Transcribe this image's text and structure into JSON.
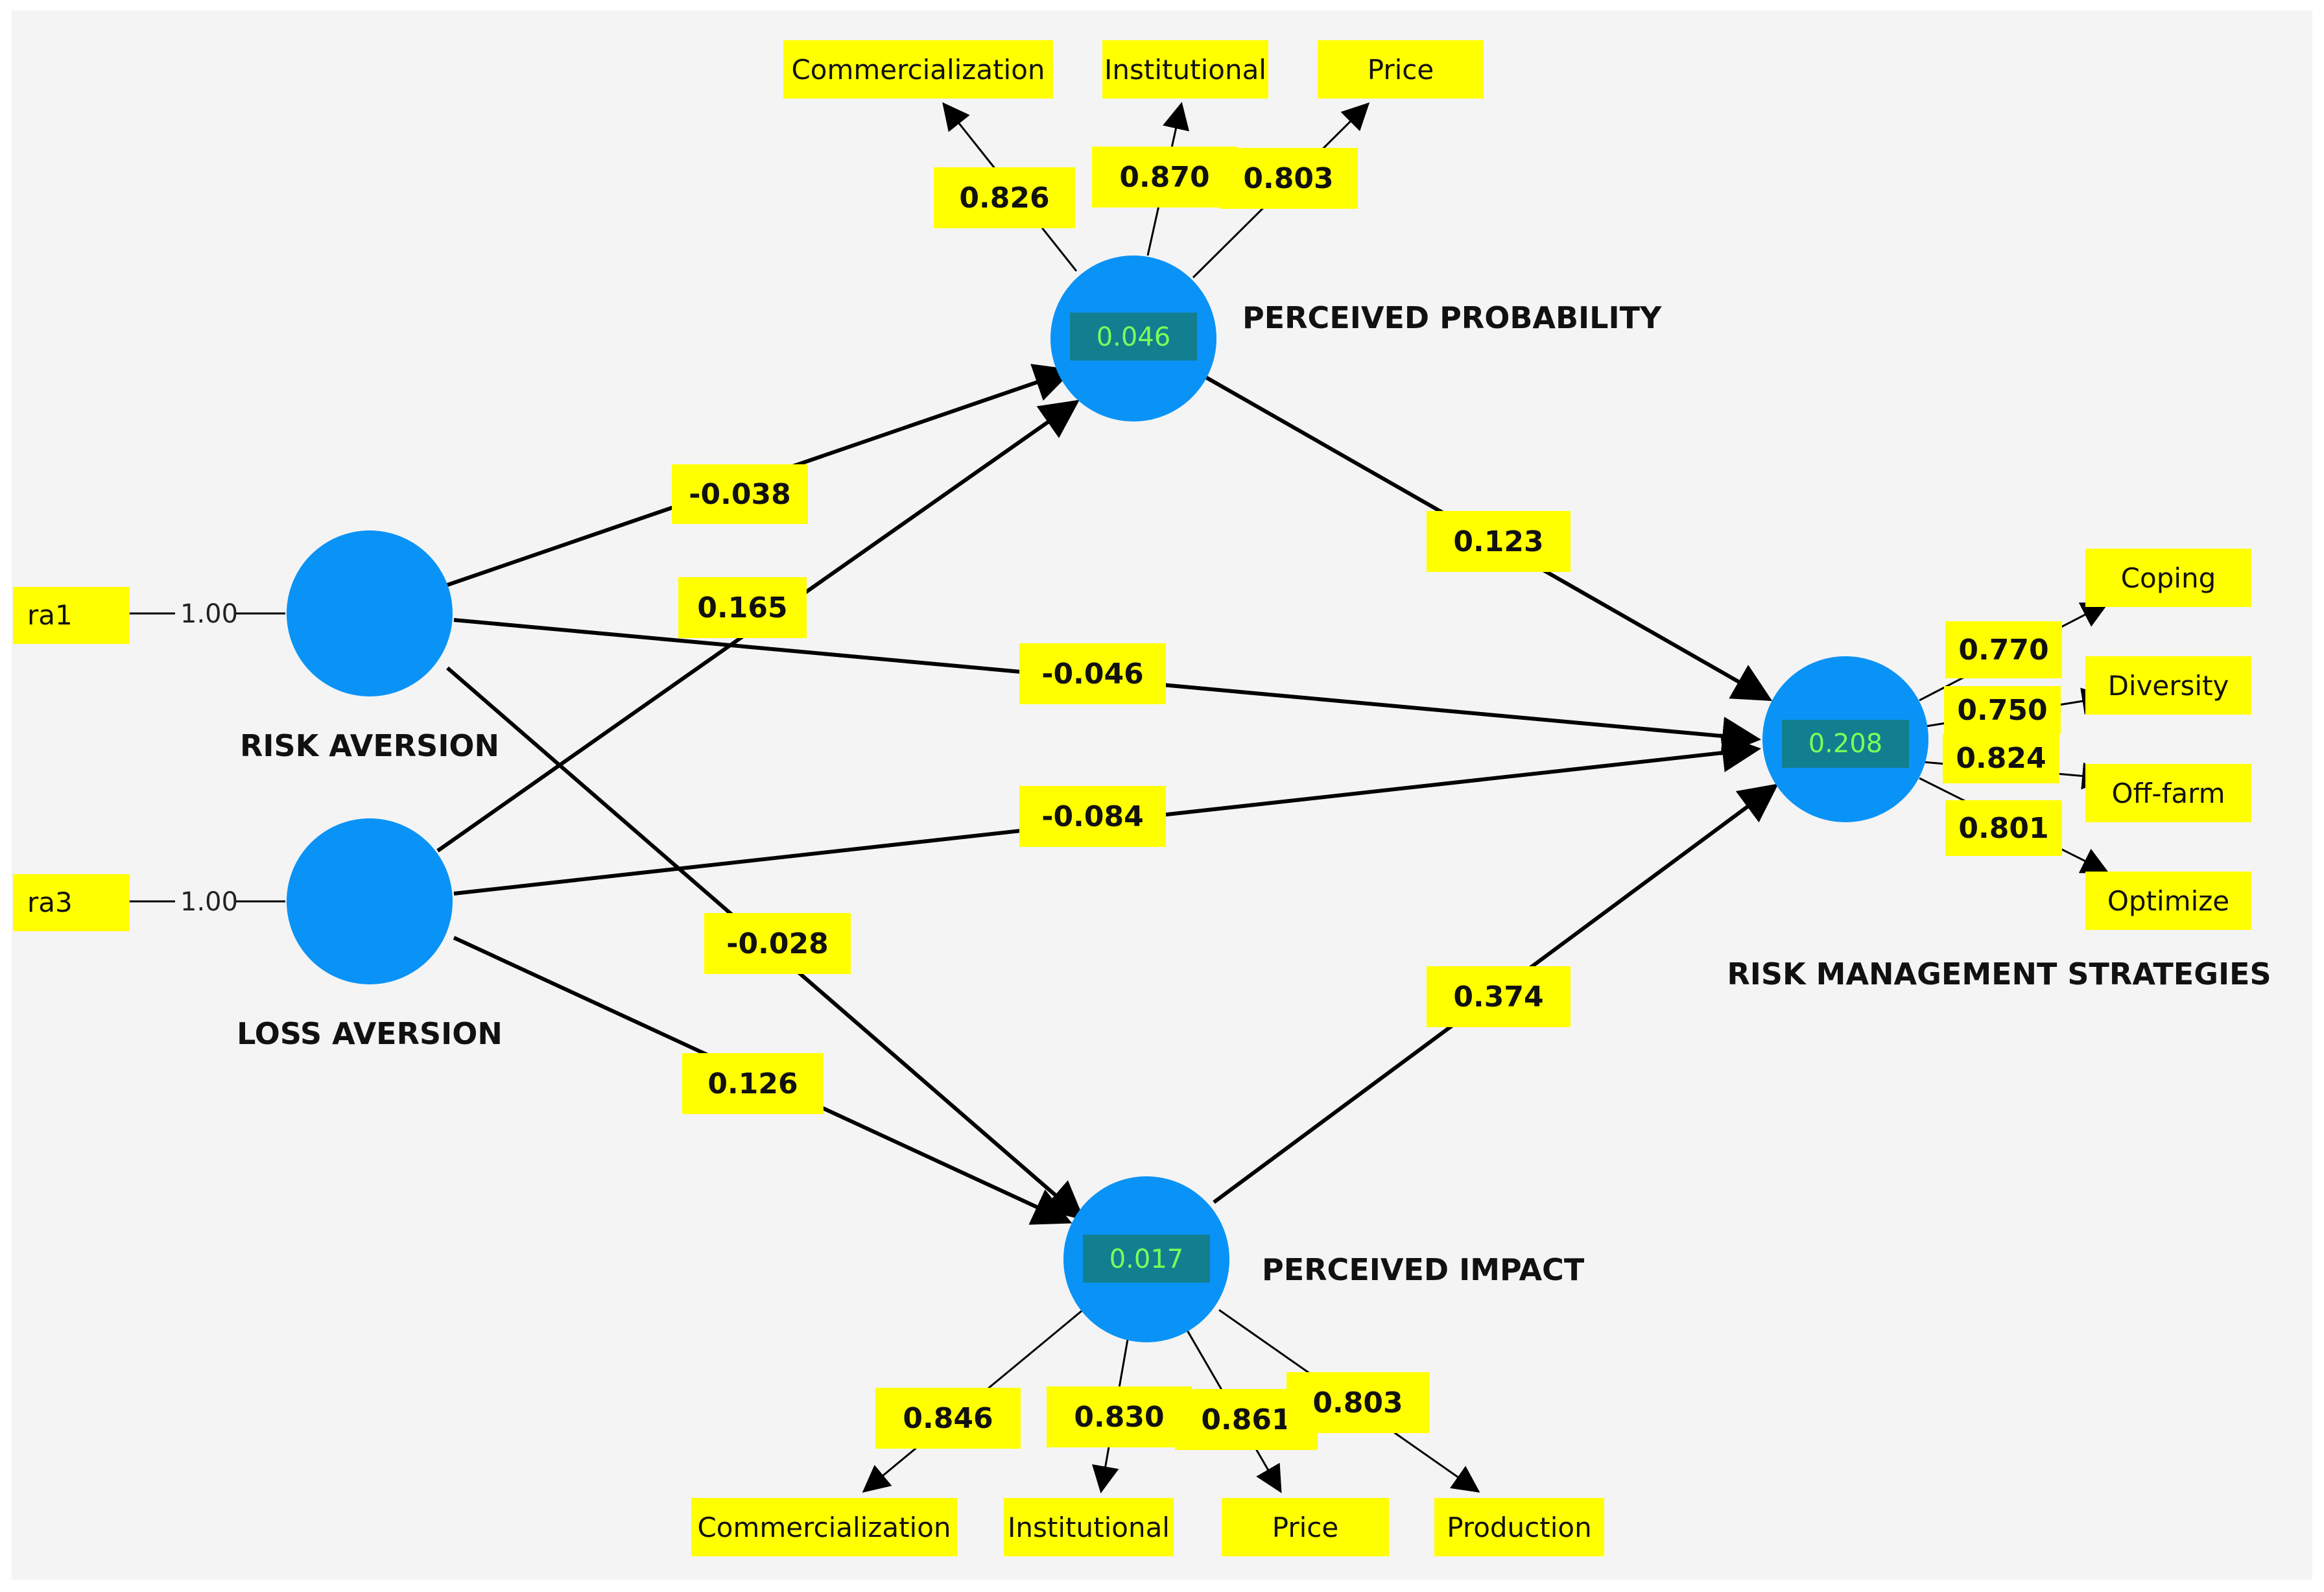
{
  "latent": {
    "risk_aversion": {
      "name": "RISK AVERSION",
      "r2": ""
    },
    "loss_aversion": {
      "name": "LOSS AVERSION",
      "r2": ""
    },
    "perceived_probability": {
      "name": "PERCEIVED PROBABILITY",
      "r2": "0.046"
    },
    "perceived_impact": {
      "name": "PERCEIVED IMPACT",
      "r2": "0.017"
    },
    "risk_management": {
      "name": "RISK MANAGEMENT STRATEGIES",
      "r2": "0.208"
    }
  },
  "single_indicators": {
    "ra1": {
      "label": "ra1",
      "loading": "1.00"
    },
    "ra3": {
      "label": "ra3",
      "loading": "1.00"
    }
  },
  "perceived_probability_indicators": [
    {
      "label": "Commercialization",
      "loading": "0.826"
    },
    {
      "label": "Institutional",
      "loading": "0.870"
    },
    {
      "label": "Price",
      "loading": "0.803"
    }
  ],
  "perceived_impact_indicators": [
    {
      "label": "Commercialization",
      "loading": "0.846"
    },
    {
      "label": "Institutional",
      "loading": "0.830"
    },
    {
      "label": "Price",
      "loading": "0.861"
    },
    {
      "label": "Production",
      "loading": "0.803"
    }
  ],
  "risk_management_indicators": [
    {
      "label": "Coping",
      "loading": "0.770"
    },
    {
      "label": "Diversity",
      "loading": "0.750"
    },
    {
      "label": "Off-farm",
      "loading": "0.824"
    },
    {
      "label": "Optimize",
      "loading": "0.801"
    }
  ],
  "path_coefficients": {
    "risk_to_probability": "-0.038",
    "loss_to_probability": "0.165",
    "risk_to_management": "-0.046",
    "loss_to_management": "-0.084",
    "risk_to_impact": "-0.028",
    "loss_to_impact": "0.126",
    "probability_to_management": "0.123",
    "impact_to_management": "0.374"
  },
  "colors": {
    "node": "#0a93f6",
    "label_box": "#ffff00",
    "r2_box": "#117f8f",
    "r2_text": "#7CFF5A",
    "background": "#f4f4f4"
  }
}
